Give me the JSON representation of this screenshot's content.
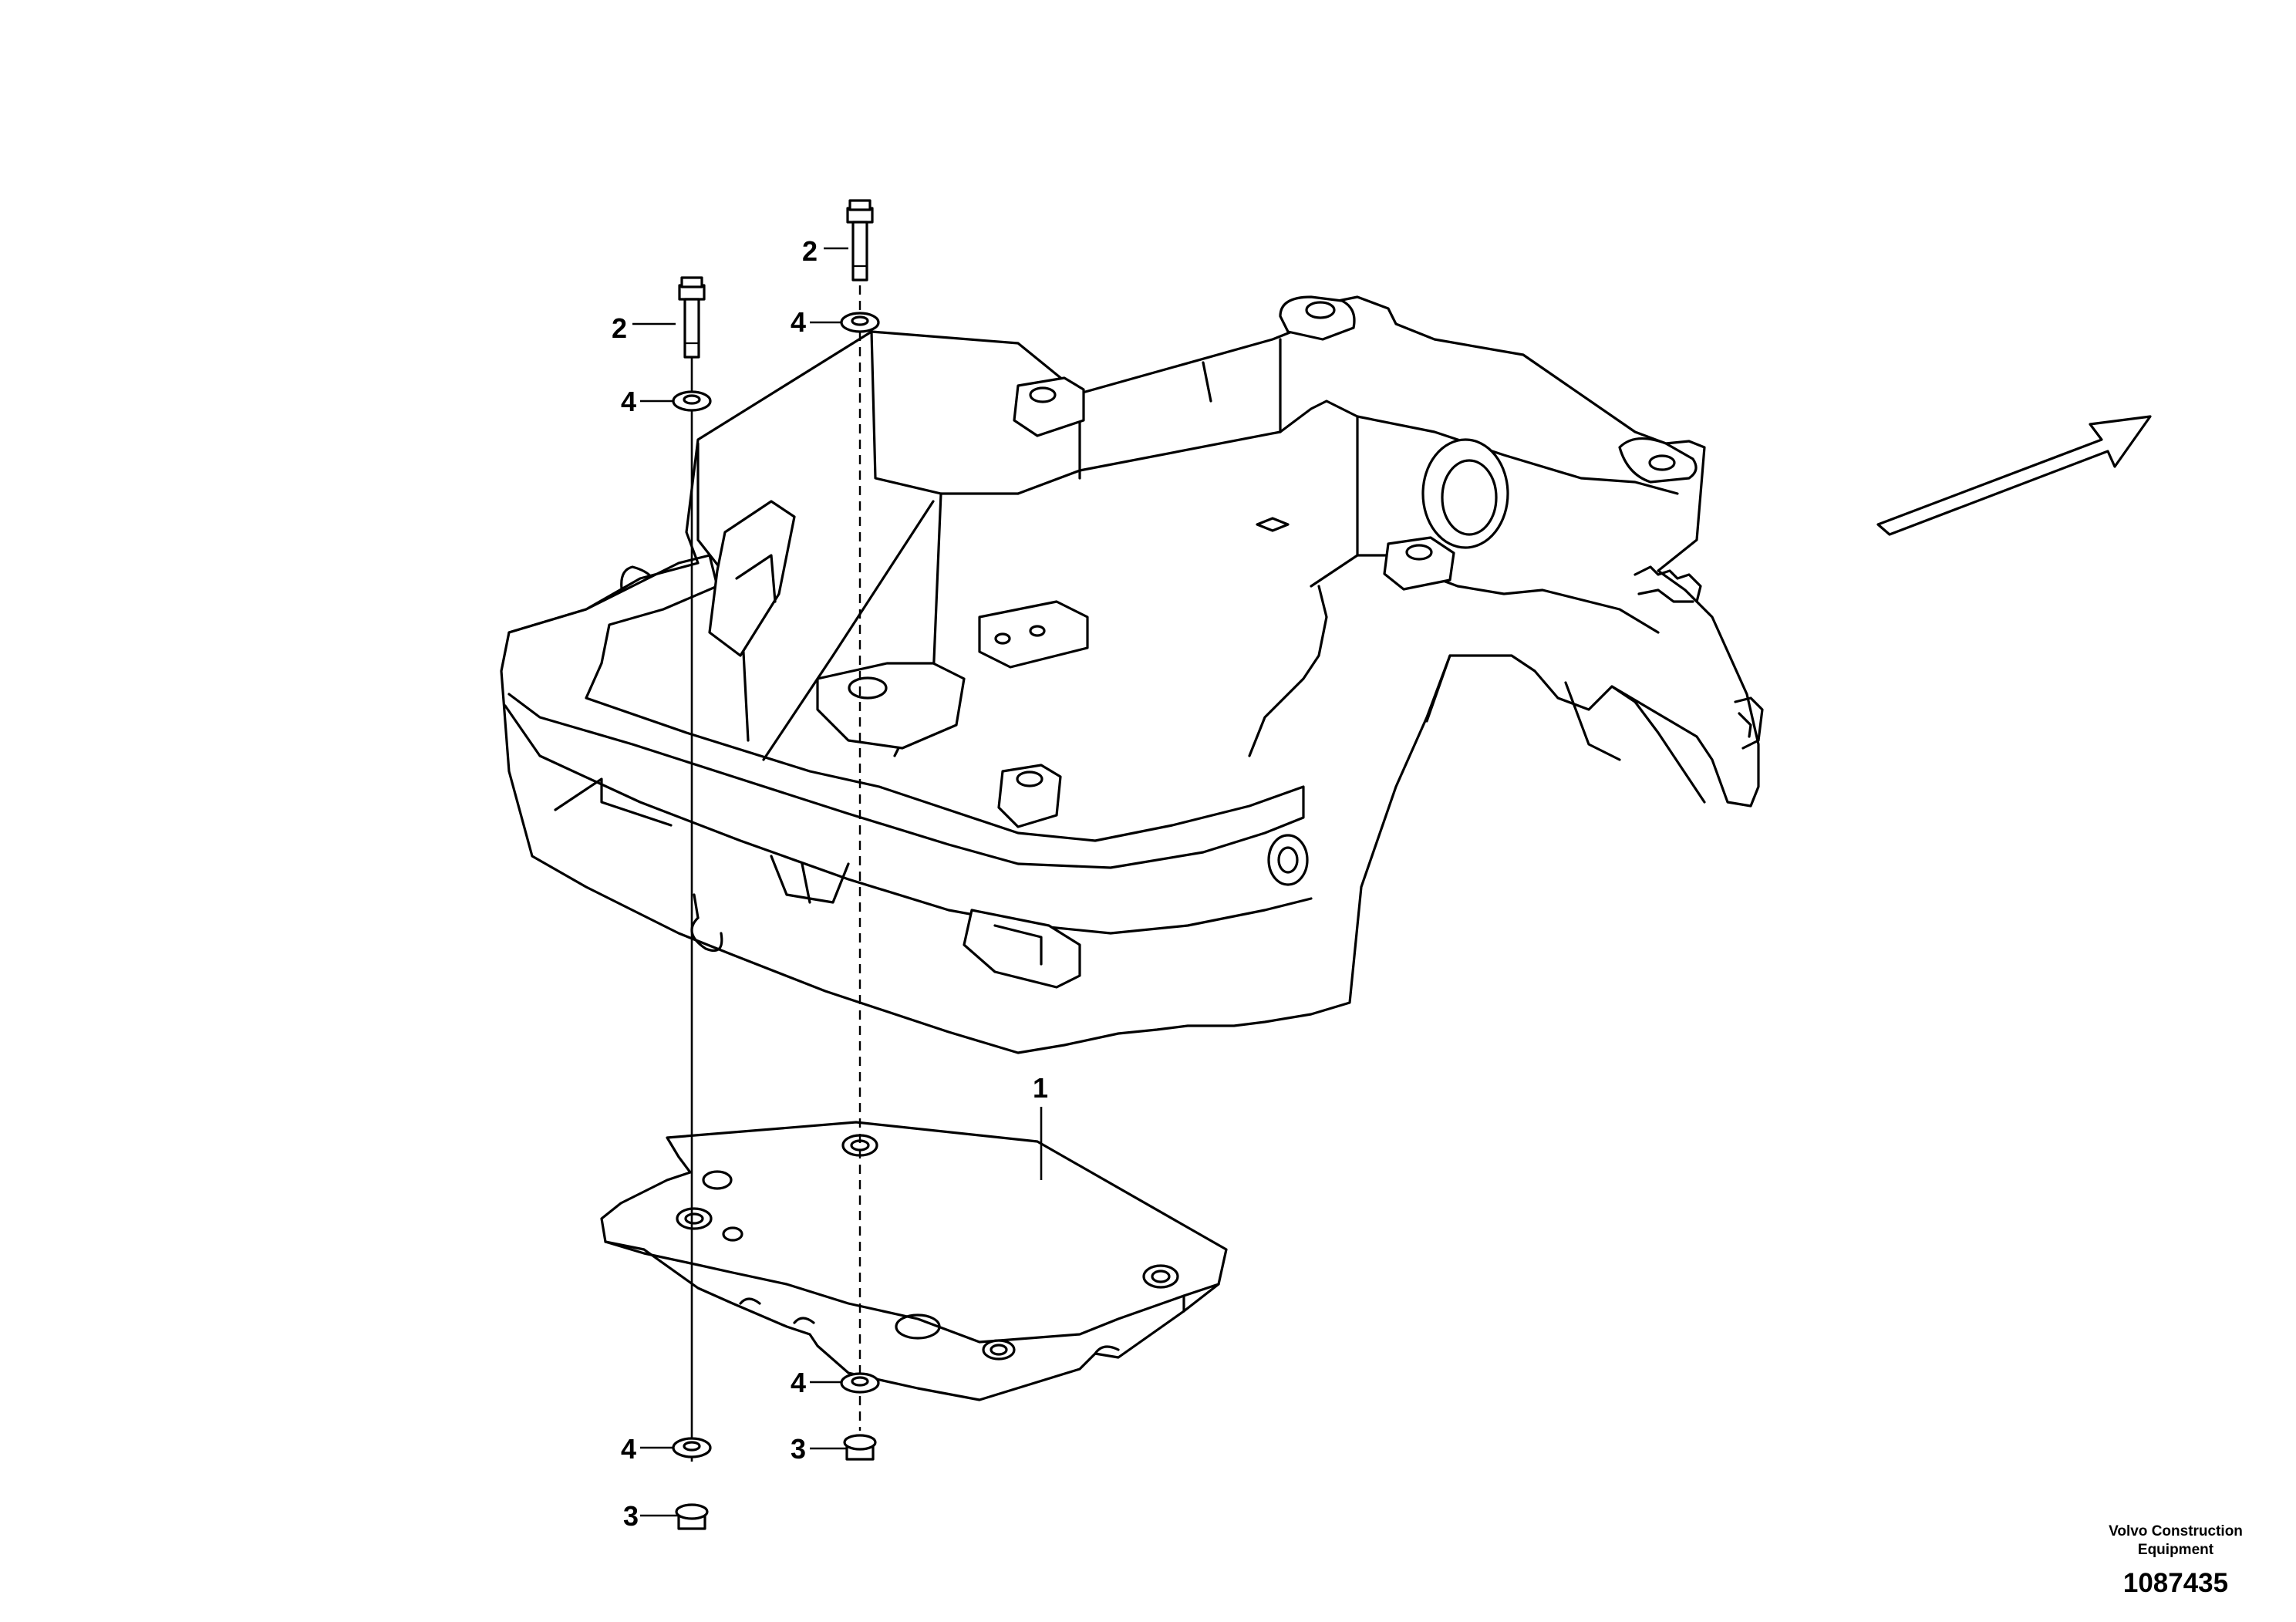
{
  "callouts": [
    {
      "id": "plate",
      "label": "1"
    },
    {
      "id": "bolt-left",
      "label": "2"
    },
    {
      "id": "bolt-right",
      "label": "2"
    },
    {
      "id": "washer-top-left",
      "label": "4"
    },
    {
      "id": "washer-top-right",
      "label": "4"
    },
    {
      "id": "washer-bottom-left",
      "label": "4"
    },
    {
      "id": "washer-bottom-right",
      "label": "4"
    },
    {
      "id": "nut-left",
      "label": "3"
    },
    {
      "id": "nut-right",
      "label": "3"
    }
  ],
  "footer": {
    "company_line1": "Volvo Construction",
    "company_line2": "Equipment",
    "drawing_number": "1087435"
  }
}
